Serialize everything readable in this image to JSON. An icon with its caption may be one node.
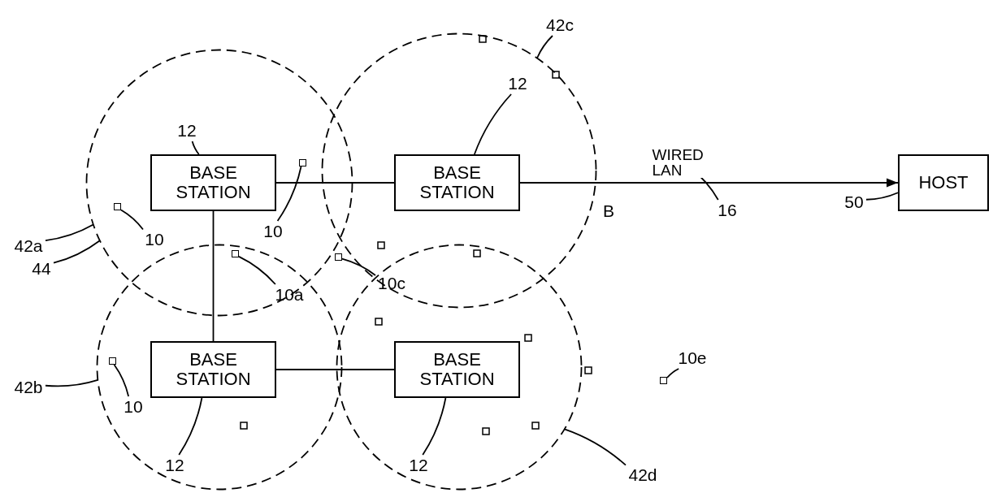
{
  "diagram": {
    "nodes": [
      {
        "text": [
          "BASE STATION"
        ],
        "in": 5
      },
      {
        "text": [
          "BASE STATION"
        ],
        "in": 6
      },
      {
        "text": [
          "HOST"
        ]
      },
      {
        "text": [
          "BASE STATION"
        ],
        "in": 7
      },
      {
        "text": [
          "BASE STATION"
        ],
        "in": 8
      },
      {
        "text": [],
        "shape": "circle"
      },
      {
        "text": [],
        "shape": "circle"
      },
      {
        "text": [],
        "shape": "circle"
      },
      {
        "text": [],
        "shape": "circle"
      },
      {
        "text": [],
        "shape": "box",
        "in": 5
      },
      {
        "text": [],
        "shape": "box",
        "in": 5
      },
      {
        "text": [],
        "shape": "box"
      },
      {
        "text": [],
        "shape": "box"
      },
      {
        "text": [],
        "shape": "box",
        "in": 7
      },
      {
        "text": [],
        "shape": "box"
      },
      {
        "text": [
          "12"
        ],
        "in": 5
      },
      {
        "text": [
          "12"
        ],
        "in": 6
      },
      {
        "text": [
          "42c"
        ]
      },
      {
        "text": [
          "42a"
        ]
      },
      {
        "text": [
          "10"
        ],
        "in": 5
      },
      {
        "text": [
          "10"
        ],
        "in": 5
      },
      {
        "text": [
          "16"
        ]
      },
      {
        "text": [
          "50"
        ]
      },
      {
        "text": [
          "44"
        ]
      },
      {
        "text": [
          "10a"
        ]
      },
      {
        "text": [
          "10c"
        ]
      },
      {
        "text": [
          "42b"
        ]
      },
      {
        "text": [
          "10e"
        ]
      },
      {
        "text": [
          "10"
        ],
        "in": 7
      },
      {
        "text": [
          "12"
        ],
        "in": 7
      },
      {
        "text": [
          "12"
        ],
        "in": 8
      },
      {
        "text": [
          "42d"
        ]
      }
    ],
    "edges": [
      {
        "from": 0,
        "to": 1,
        "arrow": "none"
      },
      {
        "from": 0,
        "to": 3,
        "arrow": "none"
      },
      {
        "from": 3,
        "to": 4,
        "arrow": "none"
      },
      {
        "from": 1,
        "to": 2,
        "arrow": "to",
        "label": "WIRED LAN"
      },
      {
        "from": 15,
        "to": 0,
        "arrow": "none"
      },
      {
        "from": 16,
        "to": 1,
        "arrow": "none"
      },
      {
        "from": 17,
        "to": 6,
        "arrow": "none"
      },
      {
        "from": 18,
        "to": 5,
        "arrow": "none"
      },
      {
        "from": 19,
        "to": 9,
        "arrow": "none"
      },
      {
        "from": 20,
        "to": 10,
        "arrow": "none"
      },
      {
        "from": 21,
        "to": null,
        "arrow": "none"
      },
      {
        "from": 22,
        "to": 2,
        "arrow": "none"
      },
      {
        "from": 23,
        "to": 5,
        "arrow": "none"
      },
      {
        "from": 24,
        "to": 11,
        "arrow": "none"
      },
      {
        "from": 25,
        "to": 12,
        "arrow": "none"
      },
      {
        "from": 26,
        "to": 7,
        "arrow": "none"
      },
      {
        "from": 27,
        "to": 14,
        "arrow": "none"
      },
      {
        "from": 28,
        "to": 13,
        "arrow": "none"
      },
      {
        "from": 29,
        "to": 3,
        "arrow": "none"
      },
      {
        "from": 30,
        "to": 4,
        "arrow": "none"
      },
      {
        "from": 31,
        "to": 8,
        "arrow": "none"
      }
    ],
    "labels": [
      "B"
    ]
  }
}
